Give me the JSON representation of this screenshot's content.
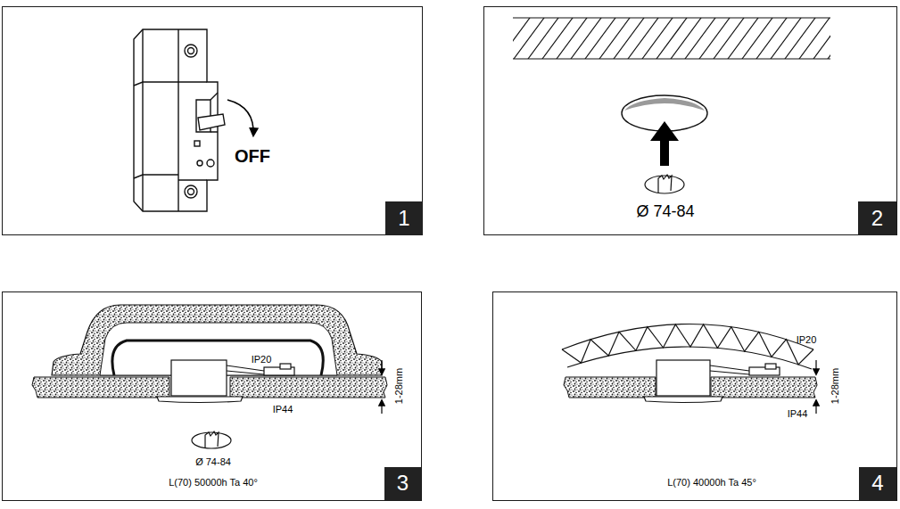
{
  "diagram": {
    "nodes": [
      {
        "text": [
          "OFF"
        ]
      },
      {
        "text": [
          "1"
        ],
        "in": 0
      },
      {
        "text": [
          "Ø 74-84"
        ]
      },
      {
        "text": [
          "2"
        ],
        "in": 2
      },
      {
        "text": [
          "IP20",
          "IP44",
          "1-28mm",
          "Ø 74-84",
          "L(70) 50000h Ta 40°"
        ]
      },
      {
        "text": [
          "3"
        ],
        "in": 4
      },
      {
        "text": [
          "IP20",
          "IP44",
          "1-28mm",
          "L(70) 40000h Ta 45°"
        ]
      },
      {
        "text": [
          "4"
        ],
        "in": 6
      }
    ]
  }
}
